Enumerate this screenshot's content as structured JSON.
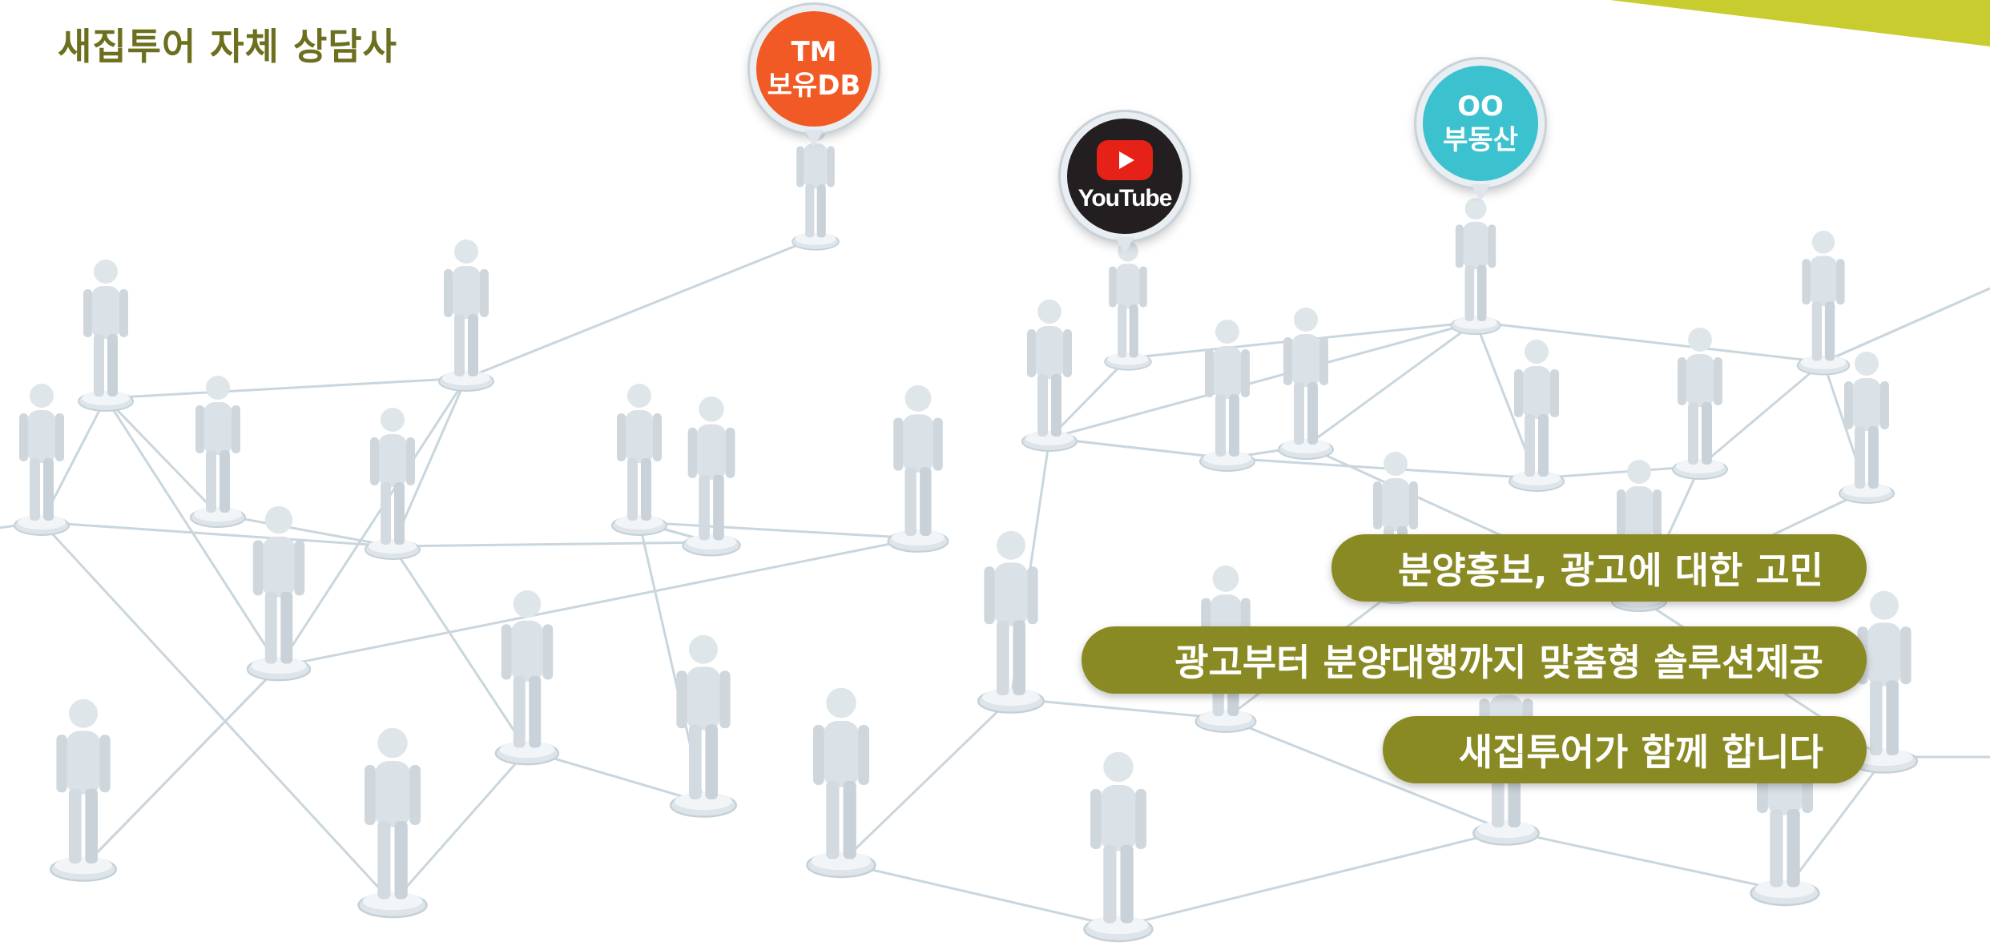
{
  "title": "새집투어 자체 상담사",
  "bubbles": {
    "tm_line1": "TM",
    "tm_line2": "보유DB",
    "youtube": "YouTube",
    "realestate_line1": "OO",
    "realestate_line2": "부동산"
  },
  "taglines": [
    "분양홍보, 광고에 대한 고민",
    "광고부터 분양대행까지 맞춤형 솔루션제공",
    "새집투어가 함께 합니다"
  ],
  "colors": {
    "accent": "#8a8a24",
    "title": "#6b6f1e",
    "tm": "#f15a24",
    "youtube": "#231f20",
    "realestate": "#3cc1cf",
    "corner": "#c8cc2e"
  }
}
